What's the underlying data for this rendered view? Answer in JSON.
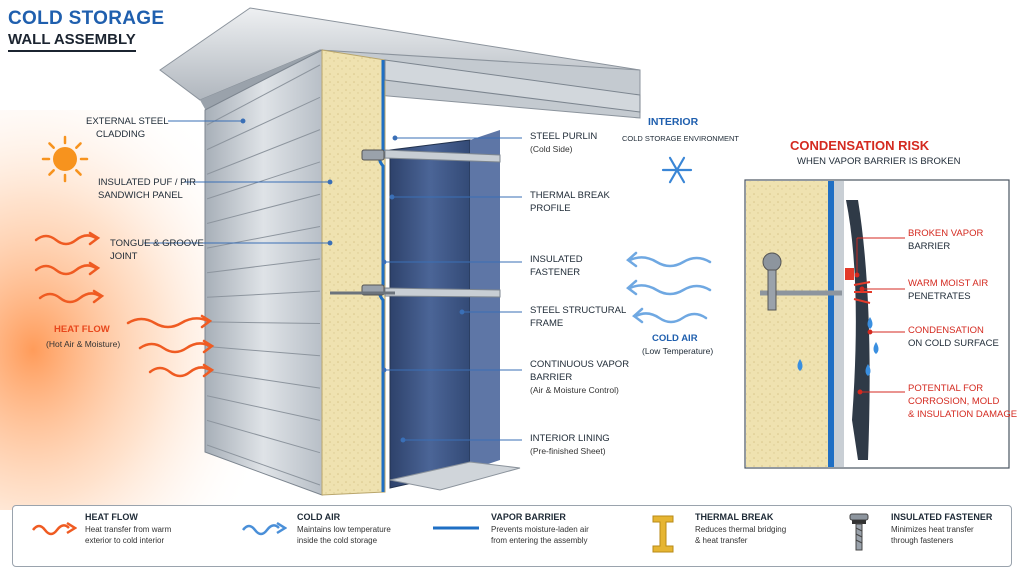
{
  "title": {
    "line1": "COLD STORAGE",
    "line2": "WALL ASSEMBLY"
  },
  "left_labels": {
    "external_cladding": [
      "EXTERNAL STEEL",
      "CLADDING"
    ],
    "insulated_panel": [
      "INSULATED PUF / PIR",
      "SANDWICH PANEL"
    ],
    "tongue_groove": [
      "TONGUE & GROOVE",
      "JOINT"
    ],
    "heat_flow": "HEAT FLOW",
    "heat_flow_sub": "(Hot Air & Moisture)"
  },
  "right_labels": {
    "steel_purlin": "STEEL PURLIN",
    "steel_purlin_sub": "(Cold Side)",
    "thermal_break": [
      "THERMAL BREAK",
      "PROFILE"
    ],
    "insulated_fastener": [
      "INSULATED",
      "FASTENER"
    ],
    "structural_frame": [
      "STEEL STRUCTURAL",
      "FRAME"
    ],
    "vapor_barrier": [
      "CONTINUOUS VAPOR",
      "BARRIER"
    ],
    "vapor_barrier_sub": "(Air & Moisture Control)",
    "interior_lining": "INTERIOR LINING",
    "interior_lining_sub": "(Pre-finished Sheet)"
  },
  "interior": {
    "title": "INTERIOR",
    "sub": "COLD STORAGE ENVIRONMENT"
  },
  "cold_air": {
    "title": "COLD AIR",
    "sub": "(Low Temperature)"
  },
  "condensation": {
    "title": "CONDENSATION RISK",
    "subtitle": "WHEN VAPOR BARRIER IS BROKEN",
    "labels": [
      [
        "BROKEN VAPOR",
        "BARRIER"
      ],
      [
        "WARM MOIST AIR",
        "PENETRATES"
      ],
      [
        "CONDENSATION",
        "ON COLD SURFACE"
      ],
      [
        "POTENTIAL FOR",
        "CORROSION, MOLD",
        "& INSULATION DAMAGE"
      ]
    ]
  },
  "legend": [
    {
      "icon": "heat-flow-arrow-icon",
      "title": "HEAT FLOW",
      "desc": [
        "Heat transfer from warm",
        "exterior to cold interior"
      ]
    },
    {
      "icon": "cold-air-arrow-icon",
      "title": "COLD AIR",
      "desc": [
        "Maintains low temperature",
        "inside the cold storage"
      ]
    },
    {
      "icon": "vapor-barrier-line-icon",
      "title": "VAPOR BARRIER",
      "desc": [
        "Prevents moisture-laden air",
        "from entering the assembly"
      ]
    },
    {
      "icon": "thermal-break-icon",
      "title": "THERMAL BREAK",
      "desc": [
        "Reduces thermal bridging",
        "& heat transfer"
      ]
    },
    {
      "icon": "insulated-fastener-icon",
      "title": "INSULATED FASTENER",
      "desc": [
        "Minimizes heat transfer",
        "through fasteners"
      ]
    }
  ],
  "colors": {
    "heat": "#e8471c",
    "cold": "#4a8fd8",
    "vapor": "#1f6fc4",
    "insulation": "#efe2b0",
    "steel": "#c7cdd3",
    "frame": "#3b4f7a",
    "danger": "#d42a20",
    "title_blue": "#1f5fae"
  }
}
